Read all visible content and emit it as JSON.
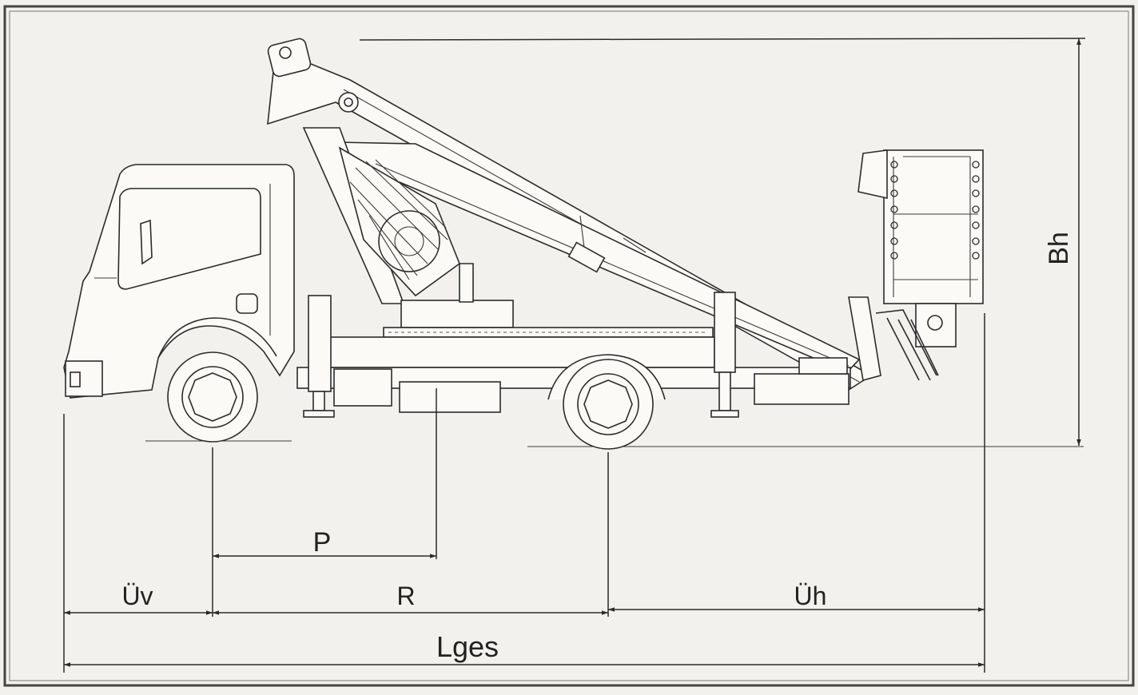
{
  "diagram": {
    "subject": "aerial-work-platform-truck",
    "labels": {
      "P": "P",
      "R": "R",
      "Uv": "Üv",
      "Uh": "Üh",
      "Lges": "Lges",
      "Bh": "Bh"
    },
    "colors": {
      "paper": "#f2f1ed",
      "ink": "#2b2b2b",
      "frame": "#444444"
    }
  }
}
